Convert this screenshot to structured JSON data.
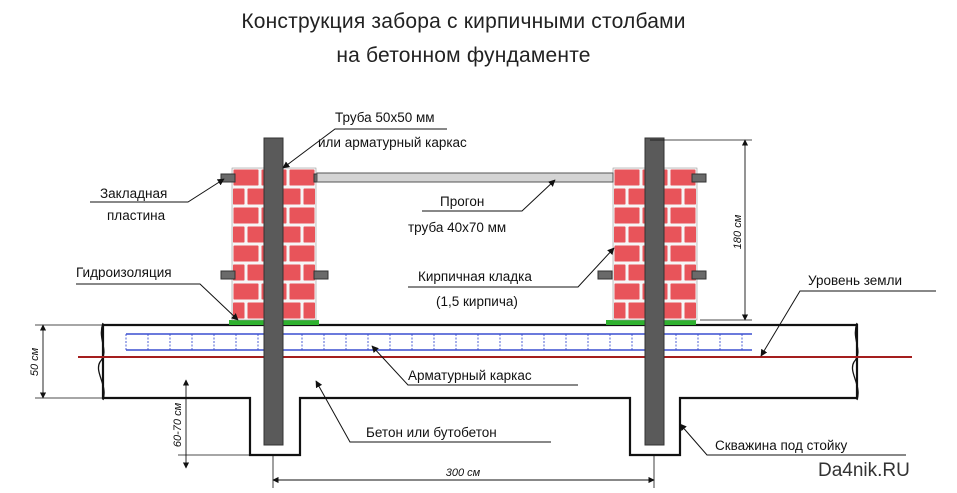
{
  "title": {
    "line1": "Конструкция забора с кирпичными столбами",
    "line2": "на бетонном фундаменте"
  },
  "labels": {
    "pipe_line1": "Труба 50х50 мм",
    "pipe_line2": "или арматурный каркас",
    "embed_line1": "Закладная",
    "embed_line2": "пластина",
    "purlin_line1": "Прогон",
    "purlin_line2": "труба 40х70 мм",
    "waterproof": "Гидроизоляция",
    "brickwork_line1": "Кирпичная кладка",
    "brickwork_line2": "(1,5 кирпича)",
    "ground_level": "Уровень земли",
    "rebar_cage": "Арматурный каркас",
    "concrete": "Бетон или бутобетон",
    "post_hole": "Скважина под стойку"
  },
  "dimensions": {
    "height": "180 см",
    "foundation": "50 см",
    "depth": "60-70 см",
    "span": "300 см"
  },
  "watermark": "Da4nik.RU",
  "colors": {
    "brick": "#e8545a",
    "mortar": "#f6f6f6",
    "post": "#555555",
    "waterproof": "#2fb12f",
    "ground_line": "#a41e1e",
    "rebar": "#3a4fd0",
    "purlin": "#d4d4d4"
  }
}
